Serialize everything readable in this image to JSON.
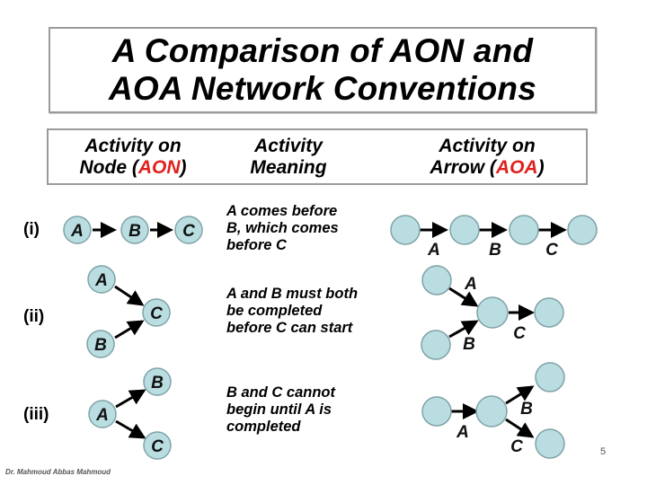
{
  "title": {
    "line1": "A Comparison of AON and",
    "line2": "AOA Network Conventions"
  },
  "header": {
    "col1": {
      "line1": "Activity on",
      "line2_prefix": "Node (",
      "line2_accent": "AON",
      "line2_suffix": ")"
    },
    "col2": {
      "line1": "Activity",
      "line2": "Meaning"
    },
    "col3": {
      "line1": "Activity on",
      "line2_prefix": "Arrow (",
      "line2_accent": "AOA",
      "line2_suffix": ")"
    }
  },
  "colors": {
    "accent": "#e0201c",
    "node_fill": "#b9dde0",
    "node_stroke": "#7fa3a6",
    "arrow": "#000000"
  },
  "rows": [
    {
      "label": "(i)",
      "meaning": [
        "A comes before",
        "B, which comes",
        "before C"
      ],
      "aon_nodes": [
        "A",
        "B",
        "C"
      ],
      "aoa_activities": [
        "A",
        "B",
        "C"
      ]
    },
    {
      "label": "(ii)",
      "meaning": [
        "A and B must both",
        "be completed",
        "before C can start"
      ],
      "aon_nodes": [
        "A",
        "B",
        "C"
      ],
      "aoa_activities": [
        "A",
        "B",
        "C"
      ]
    },
    {
      "label": "(iii)",
      "meaning": [
        "B and C cannot",
        "begin until A is",
        "completed"
      ],
      "aon_nodes": [
        "A",
        "B",
        "C"
      ],
      "aoa_activities": [
        "A",
        "B",
        "C"
      ]
    }
  ],
  "footer": {
    "author": "Dr. Mahmoud Abbas Mahmoud",
    "page_number": "5"
  }
}
